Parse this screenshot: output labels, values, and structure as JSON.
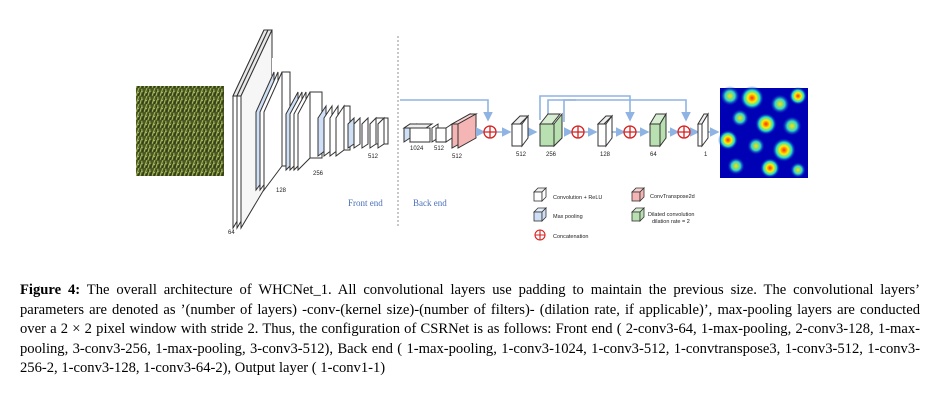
{
  "figure": {
    "dims": {
      "front": [
        "64",
        "128",
        "256",
        "512"
      ],
      "back": [
        "1024",
        "512",
        "512"
      ],
      "decoder": [
        "512",
        "256",
        "128",
        "64",
        "1"
      ]
    },
    "sections": {
      "front": "Front end",
      "back": "Back end"
    },
    "legend": [
      {
        "id": "conv",
        "label": "Convolution + ReLU"
      },
      {
        "id": "convt",
        "label": "ConvTranspose2d"
      },
      {
        "id": "pool",
        "label": "Max pooling"
      },
      {
        "id": "dilated",
        "label": "Dilated convolution",
        "label2": "dilation rate = 2"
      },
      {
        "id": "concat",
        "label": "Concatenation"
      }
    ],
    "colors": {
      "conv": "#ffffff",
      "pool": "#cfe0f6",
      "convt": "#f5b5b5",
      "dilated": "#b8e0b0",
      "concat": "#d62020",
      "arrow": "#8fb4e3"
    }
  },
  "caption": {
    "label": "Figure 4:",
    "text": "The overall architecture of WHCNet_1. All convolutional layers use padding to maintain the previous size. The convolutional layers’ parameters are denoted as ’(number of layers) -conv-(kernel size)-(number of filters)- (dilation rate, if applicable)’, max-pooling layers are conducted over a 2 × 2 pixel window with stride 2. Thus, the configuration of CSRNet is as follows: Front end ( 2-conv3-64, 1-max-pooling, 2-conv3-128, 1-max-pooling, 3-conv3-256, 1-max-pooling, 3-conv3-512), Back end ( 1-max-pooling, 1-conv3-1024, 1-conv3-512, 1-convtranspose3, 1-conv3-512, 1-conv3-256-2, 1-conv3-128, 1-conv3-64-2), Output layer ( 1-conv1-1)"
  }
}
